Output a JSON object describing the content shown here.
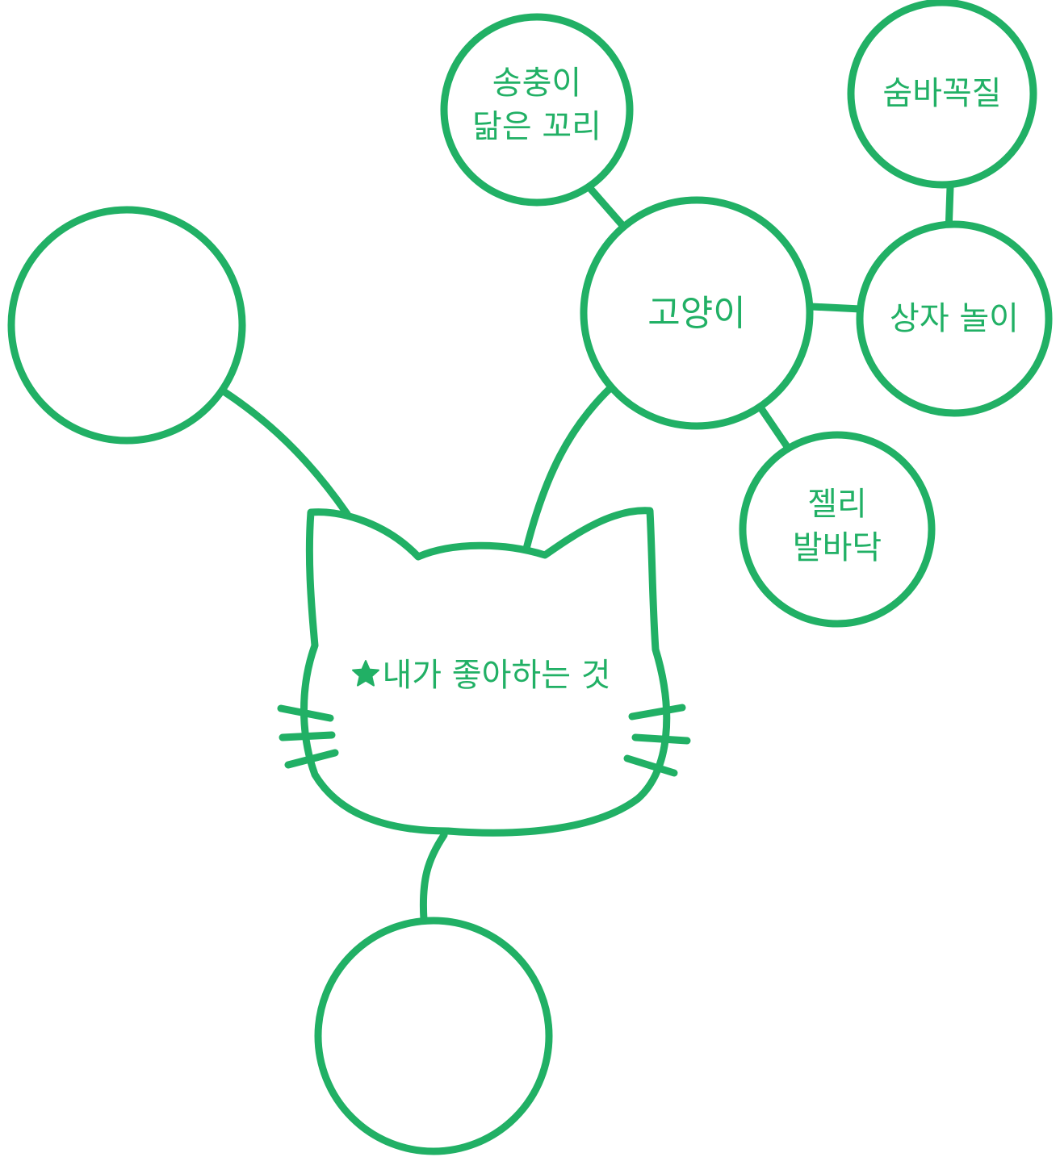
{
  "diagram": {
    "center_node": {
      "star": "★",
      "label": "내가 좋아하는 것"
    },
    "nodes": {
      "cat": {
        "label": "고양이"
      },
      "tail": {
        "line1": "송충이",
        "line2": "닮은 꼬리"
      },
      "hide": {
        "label": "숨바꼭질"
      },
      "box": {
        "label": "상자 놀이"
      },
      "paw": {
        "line1": "젤리",
        "line2": "발바닥"
      },
      "empty_left": {
        "label": ""
      },
      "empty_bottom": {
        "label": ""
      }
    }
  },
  "colors": {
    "accent": "#21b065",
    "background": "#ffffff"
  }
}
